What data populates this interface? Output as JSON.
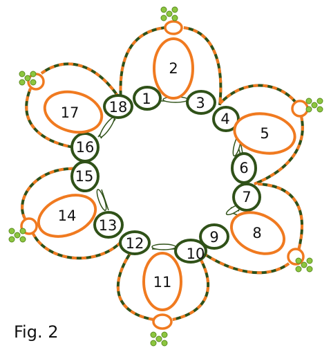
{
  "figure": {
    "caption": "Fig. 2"
  },
  "colors": {
    "orange": "#f07a20",
    "dark_green": "#2f5118",
    "picot_green": "#8cc63f",
    "dash_orange": "#f07a20"
  },
  "rings": [
    {
      "label": "1",
      "color": "dark_green"
    },
    {
      "label": "2",
      "color": "orange"
    },
    {
      "label": "3",
      "color": "dark_green"
    },
    {
      "label": "4",
      "color": "dark_green"
    },
    {
      "label": "5",
      "color": "orange"
    },
    {
      "label": "6",
      "color": "dark_green"
    },
    {
      "label": "7",
      "color": "dark_green"
    },
    {
      "label": "8",
      "color": "orange"
    },
    {
      "label": "9",
      "color": "dark_green"
    },
    {
      "label": "10",
      "color": "dark_green"
    },
    {
      "label": "11",
      "color": "orange"
    },
    {
      "label": "12",
      "color": "dark_green"
    },
    {
      "label": "13",
      "color": "dark_green"
    },
    {
      "label": "14",
      "color": "orange"
    },
    {
      "label": "15",
      "color": "dark_green"
    },
    {
      "label": "16",
      "color": "dark_green"
    },
    {
      "label": "17",
      "color": "orange"
    },
    {
      "label": "18",
      "color": "dark_green"
    }
  ]
}
